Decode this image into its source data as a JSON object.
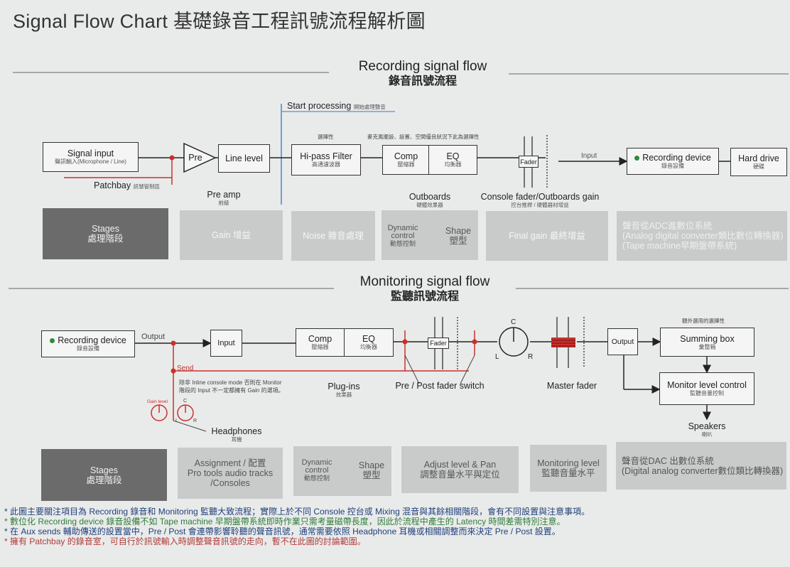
{
  "title": "Signal Flow Chart 基礎錄音工程訊號流程解析圖",
  "recording": {
    "title_en": "Recording signal flow",
    "title_zh": "錄音訊號流程",
    "start_processing": "Start processing",
    "start_processing_zh": "開始處理聲音",
    "signal_input": "Signal input",
    "signal_input_zh": "聲訊輸入(Microphone / Line)",
    "patchbay": "Patchbay",
    "patchbay_zh": "訊號管制區",
    "pre": "Pre",
    "line_level": "Line level",
    "pre_amp": "Pre amp",
    "pre_amp_zh": "前級",
    "hipass_note": "選擇性",
    "hipass": "Hi-pass Filter",
    "hipass_zh": "高通濾波器",
    "outboard_note": "麥克風擺設、設置、空間優良狀況下此為選擇性",
    "comp": "Comp",
    "comp_zh": "壓縮器",
    "eq": "EQ",
    "eq_zh": "均衡器",
    "outboards": "Outboards",
    "outboards_zh": "硬體效果器",
    "fader": "Fader",
    "console_fader": "Console fader/Outboards gain",
    "console_fader_zh": "控台推桿 / 硬體器材增益",
    "input": "Input",
    "recording_device": "Recording device",
    "recording_device_zh": "錄音設備",
    "hard_drive": "Hard drive",
    "hard_drive_zh": "硬碟",
    "stages": {
      "stages": "Stages",
      "stages_zh": "處理階段",
      "gain": "Gain 增益",
      "noise": "Noise 雜音處理",
      "dynamic": "Dynamic control",
      "dynamic_zh": "動態控制",
      "shape": "Shape",
      "shape_zh": "塑型",
      "final_gain": "Final gain 最終增益",
      "adc_1": "聲音從ADC進數位系統",
      "adc_2": "(Analog digital converter類比數位轉換器)",
      "adc_3": "(Tape machine早期盤帶系統)"
    }
  },
  "monitoring": {
    "title_en": "Monitoring signal flow",
    "title_zh": "監聽訊號流程",
    "recording_device": "Recording device",
    "recording_device_zh": "錄音設備",
    "output": "Output",
    "input": "Input",
    "comp": "Comp",
    "comp_zh": "壓縮器",
    "eq": "EQ",
    "eq_zh": "均衡器",
    "fader": "Fader",
    "send": "Send",
    "send_note_1": "除非 Inline console mode 否則在 Monitor",
    "send_note_2": "階段的 Input 不一定都擁有 Gain 的選項。",
    "gain_level": "Gain level",
    "pan_c": "C",
    "pan_l": "L",
    "pan_r": "R",
    "headphones": "Headphones",
    "headphones_zh": "耳機",
    "plugins": "Plug-ins",
    "plugins_zh": "效果器",
    "prepost": "Pre / Post fader switch",
    "master_fader": "Master fader",
    "output2": "Output",
    "extra_note": "額外選用的選擇性",
    "summing_box": "Summing box",
    "summing_box_zh": "彙整箱",
    "monitor_level": "Monitor level control",
    "monitor_level_zh": "監聽音量控制",
    "speakers": "Speakers",
    "speakers_zh": "喇叭",
    "stages": {
      "stages": "Stages",
      "stages_zh": "處理階段",
      "assignment_1": "Assignment / 配置",
      "assignment_2": "Pro tools audio tracks",
      "assignment_3": "/Consoles",
      "dynamic": "Dynamic control",
      "dynamic_zh": "動態控制",
      "shape": "Shape",
      "shape_zh": "塑型",
      "adjust": "Adjust level & Pan",
      "adjust_zh": "調整音量水平與定位",
      "monitoring_level": "Monitoring level",
      "monitoring_level_zh": "監聽音量水平",
      "dac_1": "聲音從DAC 出數位系統",
      "dac_2": "(Digital analog converter數位類比轉換器)"
    }
  },
  "notes": [
    "* 此圖主要關注項目為 Recording 錄音和 Monitoring 監聽大致流程；實際上於不同 Console 控台或 Mixing 混音與其餘相關階段，會有不同設置與注意事項。",
    "* 數位化 Recording device 錄音設備不如 Tape machine 早期盤帶系統即時作業只需考量磁帶長度，因此於流程中產生的 Latency 時間差需特別注意。",
    "* 在 Aux sends 輔助傳送的設置當中，Pre / Post 會連帶影響聆聽的聲音訊號，通常需要依照 Headphone 耳機或相關調整而來決定 Pre / Post 設置。",
    "* 擁有 Patchbay 的錄音室，可自行於訊號輸入時調整聲音訊號的走向，暫不在此圖的討論範圍。"
  ],
  "colors": {
    "note1": "#1f3f7a",
    "note2": "#2f7d3a",
    "note3": "#1f3f7a",
    "note4": "#b23a3a",
    "red_wire": "#c9302c",
    "blue_line": "#6aa0d8",
    "green_dot": "#2e8b3e"
  }
}
